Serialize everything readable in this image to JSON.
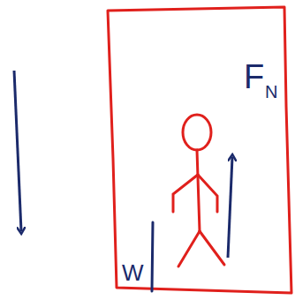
{
  "diagram": {
    "labels": [
      "F",
      "N",
      "W"
    ]
  }
}
